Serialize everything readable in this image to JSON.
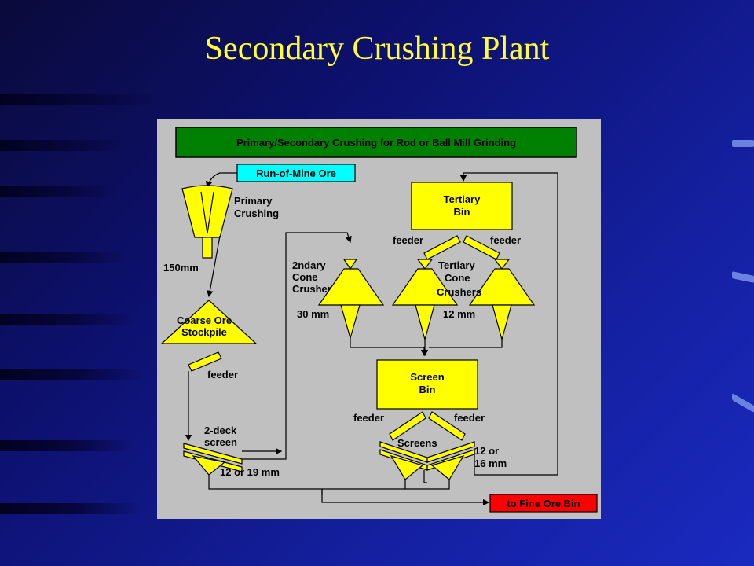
{
  "slide": {
    "title": "Secondary Crushing Plant"
  },
  "diagram": {
    "header": "Primary/Secondary Crushing for Rod or Ball Mill Grinding",
    "run_of_mine": "Run-of-Mine Ore",
    "primary_crushing": [
      "Primary",
      "Crushing"
    ],
    "primary_size": "150mm",
    "coarse_ore_stockpile": [
      "Coarse Ore",
      "Stockpile"
    ],
    "feeder": "feeder",
    "two_deck_screen": [
      "2-deck",
      "screen"
    ],
    "size_12_or_19": "12 or 19 mm",
    "secondary_crusher": [
      "2ndary",
      "Cone",
      "Crusher"
    ],
    "size_30": "30 mm",
    "tertiary_bin": [
      "Tertiary",
      "Bin"
    ],
    "tertiary_cone_crushers": [
      "Tertiary",
      "Cone",
      "Crushers"
    ],
    "size_12": "12 mm",
    "screen_bin": [
      "Screen",
      "Bin"
    ],
    "screens": "Screens",
    "size_12_or_16": [
      "12 or",
      "16 mm"
    ],
    "fine_ore_bin": "to Fine Ore Bin"
  },
  "colors": {
    "equipment": "#ffff00",
    "header_bg": "#008000",
    "run_of_mine_bg": "#00ffff",
    "fine_ore_bg": "#ff0000",
    "title": "#ffff33"
  }
}
